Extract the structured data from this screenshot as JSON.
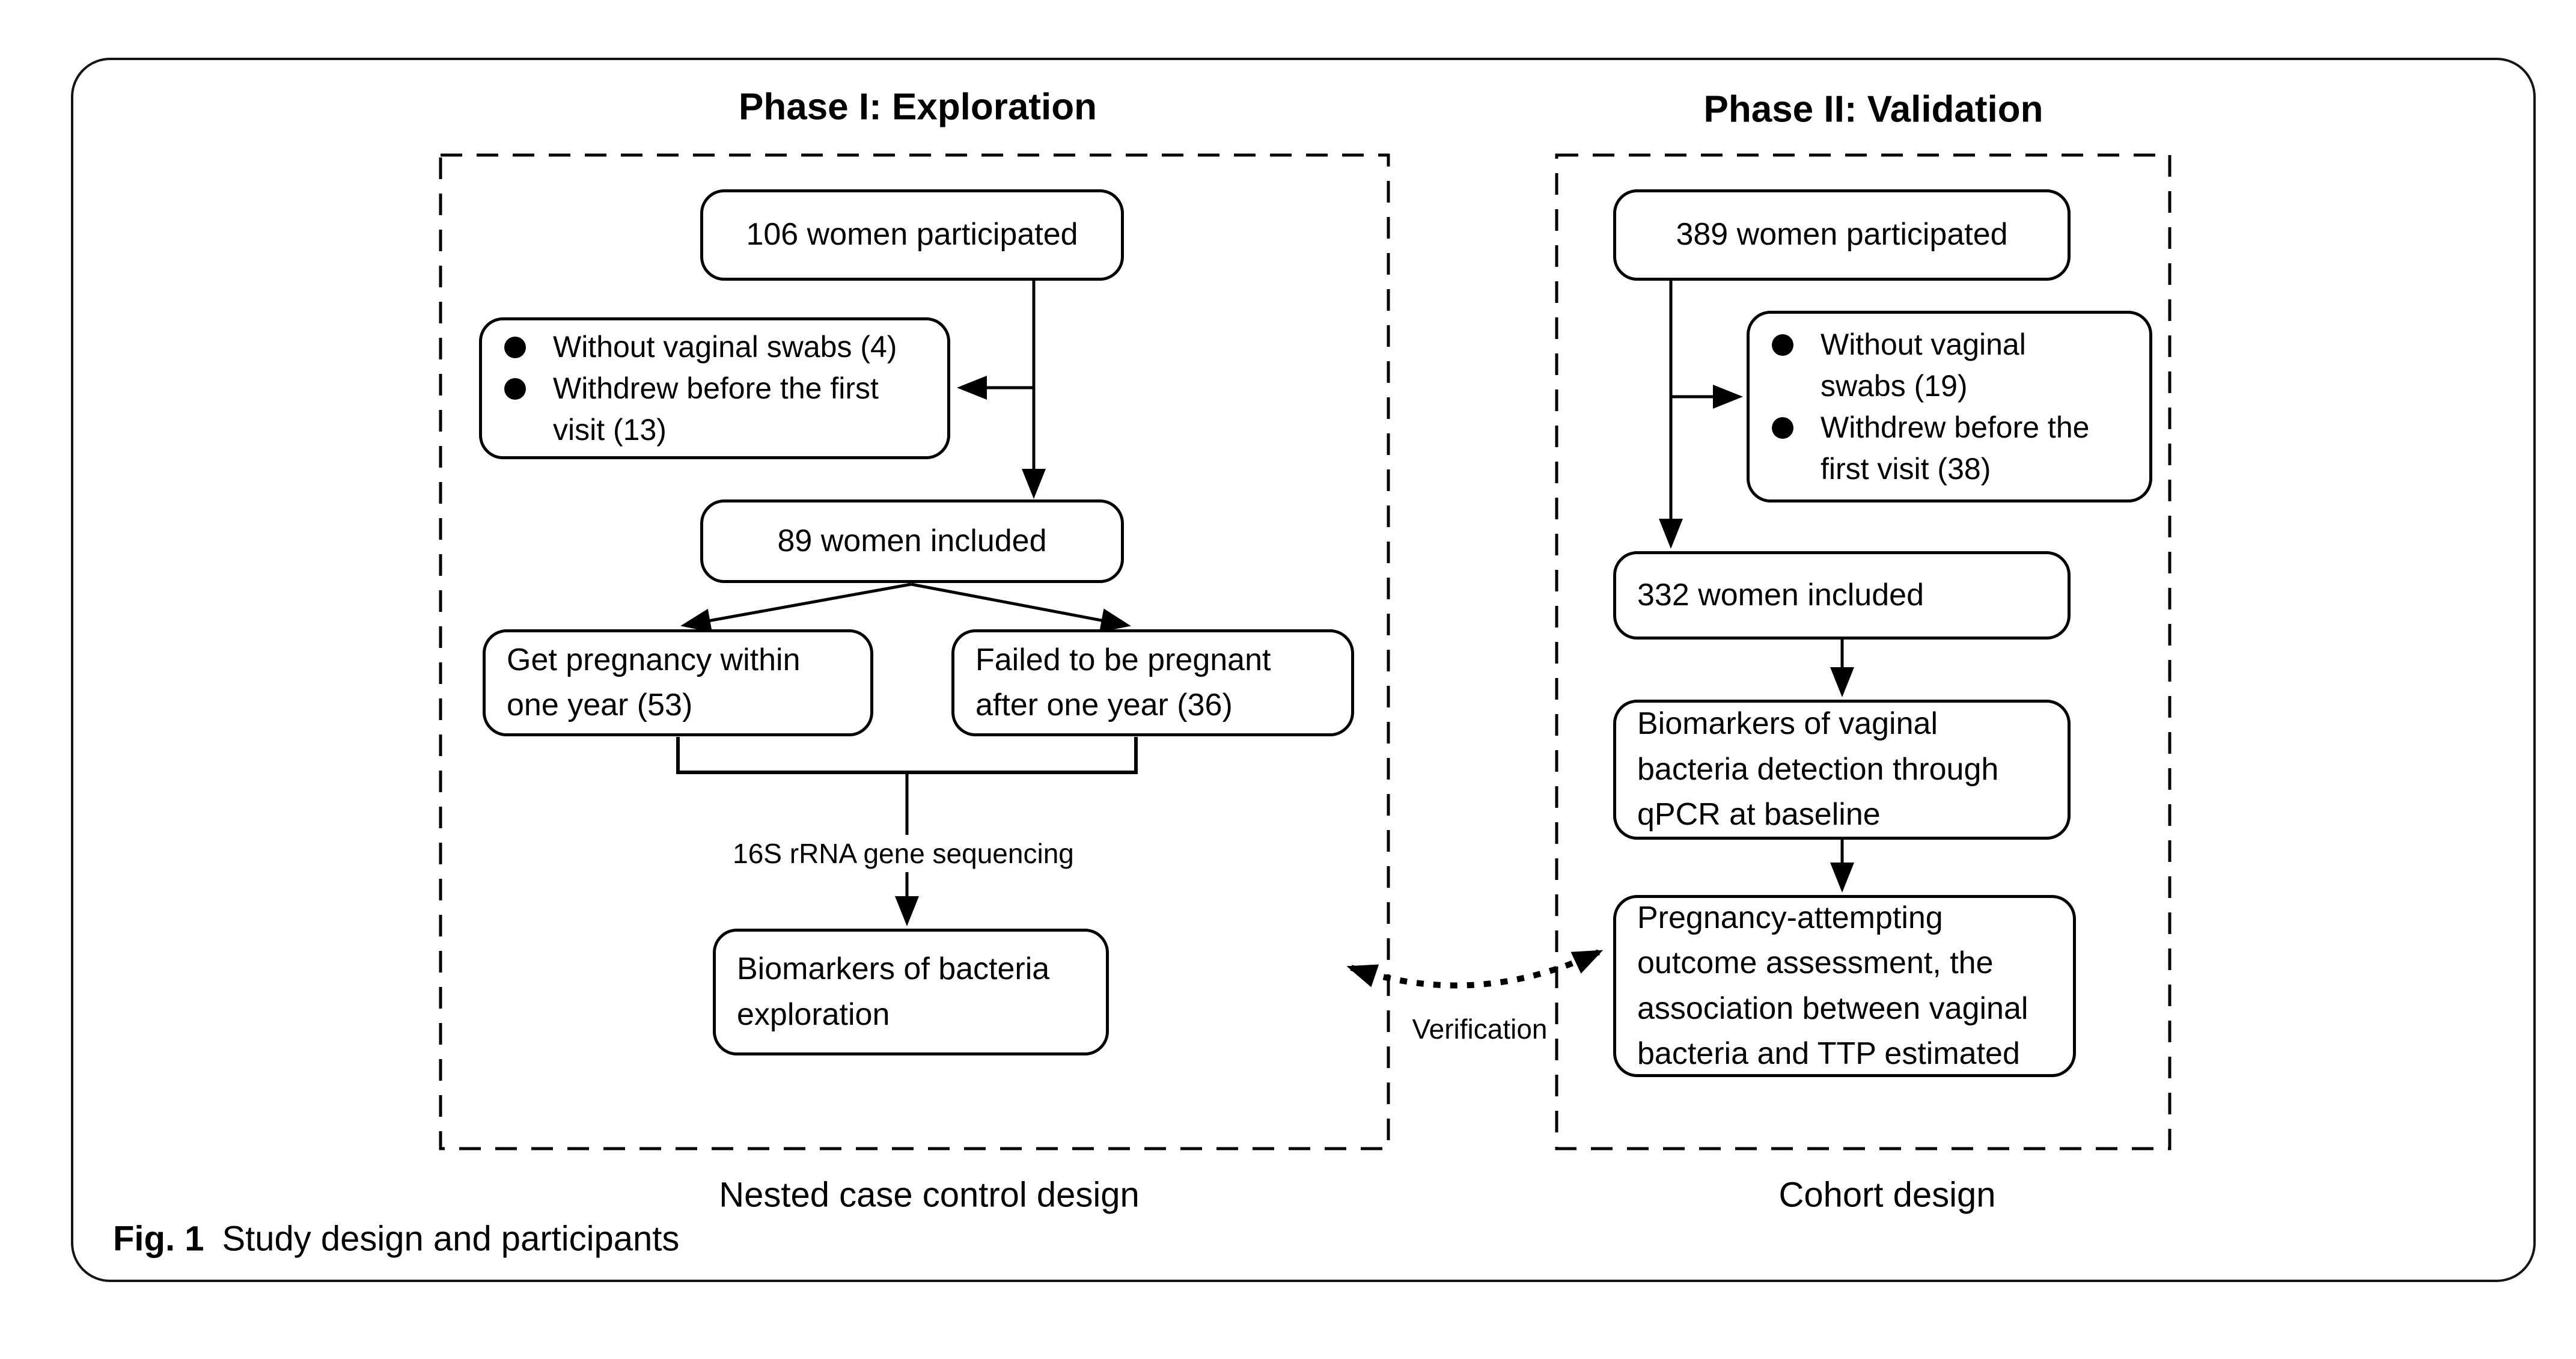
{
  "figure": {
    "caption_label": "Fig. 1",
    "caption_text": "Study design and participants"
  },
  "phase1": {
    "title": "Phase I: Exploration",
    "panel_label": "Nested case control design",
    "participated": "106 women participated",
    "excluded": [
      "Without vaginal swabs (4)",
      "Withdrew before the first visit (13)"
    ],
    "included": "89 women included",
    "pregnant": "Get pregnancy within one year (53)",
    "not_pregnant": "Failed to be pregnant after one year (36)",
    "sequencing_label": "16S rRNA gene sequencing",
    "biomarkers": "Biomarkers of bacteria exploration"
  },
  "phase2": {
    "title": "Phase II: Validation",
    "panel_label": "Cohort design",
    "participated": "389 women participated",
    "excluded": [
      "Without vaginal swabs (19)",
      "Withdrew before the first visit (38)"
    ],
    "included": "332 women included",
    "detection": "Biomarkers of vaginal bacteria detection through qPCR at baseline",
    "outcome": "Pregnancy-attempting outcome assessment, the association between vaginal bacteria and TTP estimated"
  },
  "connector_label": "Verification",
  "colors": {
    "ink": "#000000",
    "background": "#ffffff"
  }
}
